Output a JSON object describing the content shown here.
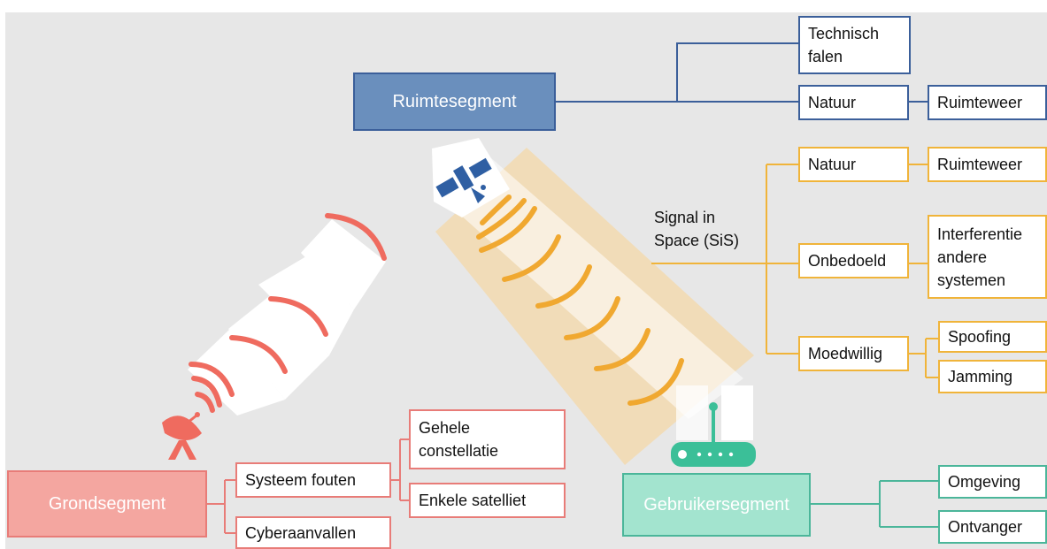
{
  "segments": {
    "space": "Ruimtesegment",
    "ground": "Grondsegment",
    "user": "Gebruikersegment"
  },
  "space_branch": {
    "technical": "Technisch falen",
    "nature": "Natuur",
    "weather": "Ruimteweer"
  },
  "sis_branch": {
    "label": "Signal in Space (SiS)",
    "nature": "Natuur",
    "weather": "Ruimteweer",
    "unintended": "Onbedoeld",
    "interference": "Interferentie andere systemen",
    "intentional": "Moedwillig",
    "spoofing": "Spoofing",
    "jamming": "Jamming"
  },
  "ground_branch": {
    "system_errors": "Systeem fouten",
    "cyber_attacks": "Cyberaanvallen",
    "whole_constellation": "Gehele constellatie",
    "single_satellite": "Enkele satelliet"
  },
  "user_branch": {
    "environment": "Omgeving",
    "receiver": "Ontvanger"
  },
  "colors": {
    "background": "#e7e7e7",
    "space": "#6a8fbd",
    "space_line": "#3b5f9a",
    "sis_line": "#f0b43a",
    "ground": "#f4a6a0",
    "ground_line": "#e87c78",
    "user": "#a3e4cf",
    "user_line": "#4bb69a",
    "signal_band": "#f1dcb8",
    "signal_wave": "#f0a830",
    "uplink_wave": "#ef6b5f",
    "satellite": "#2f5fa3",
    "dish": "#ef6b5f",
    "receiver": "#3bbf98"
  },
  "icons": [
    "satellite-icon",
    "dish-antenna-icon",
    "receiver-icon"
  ]
}
